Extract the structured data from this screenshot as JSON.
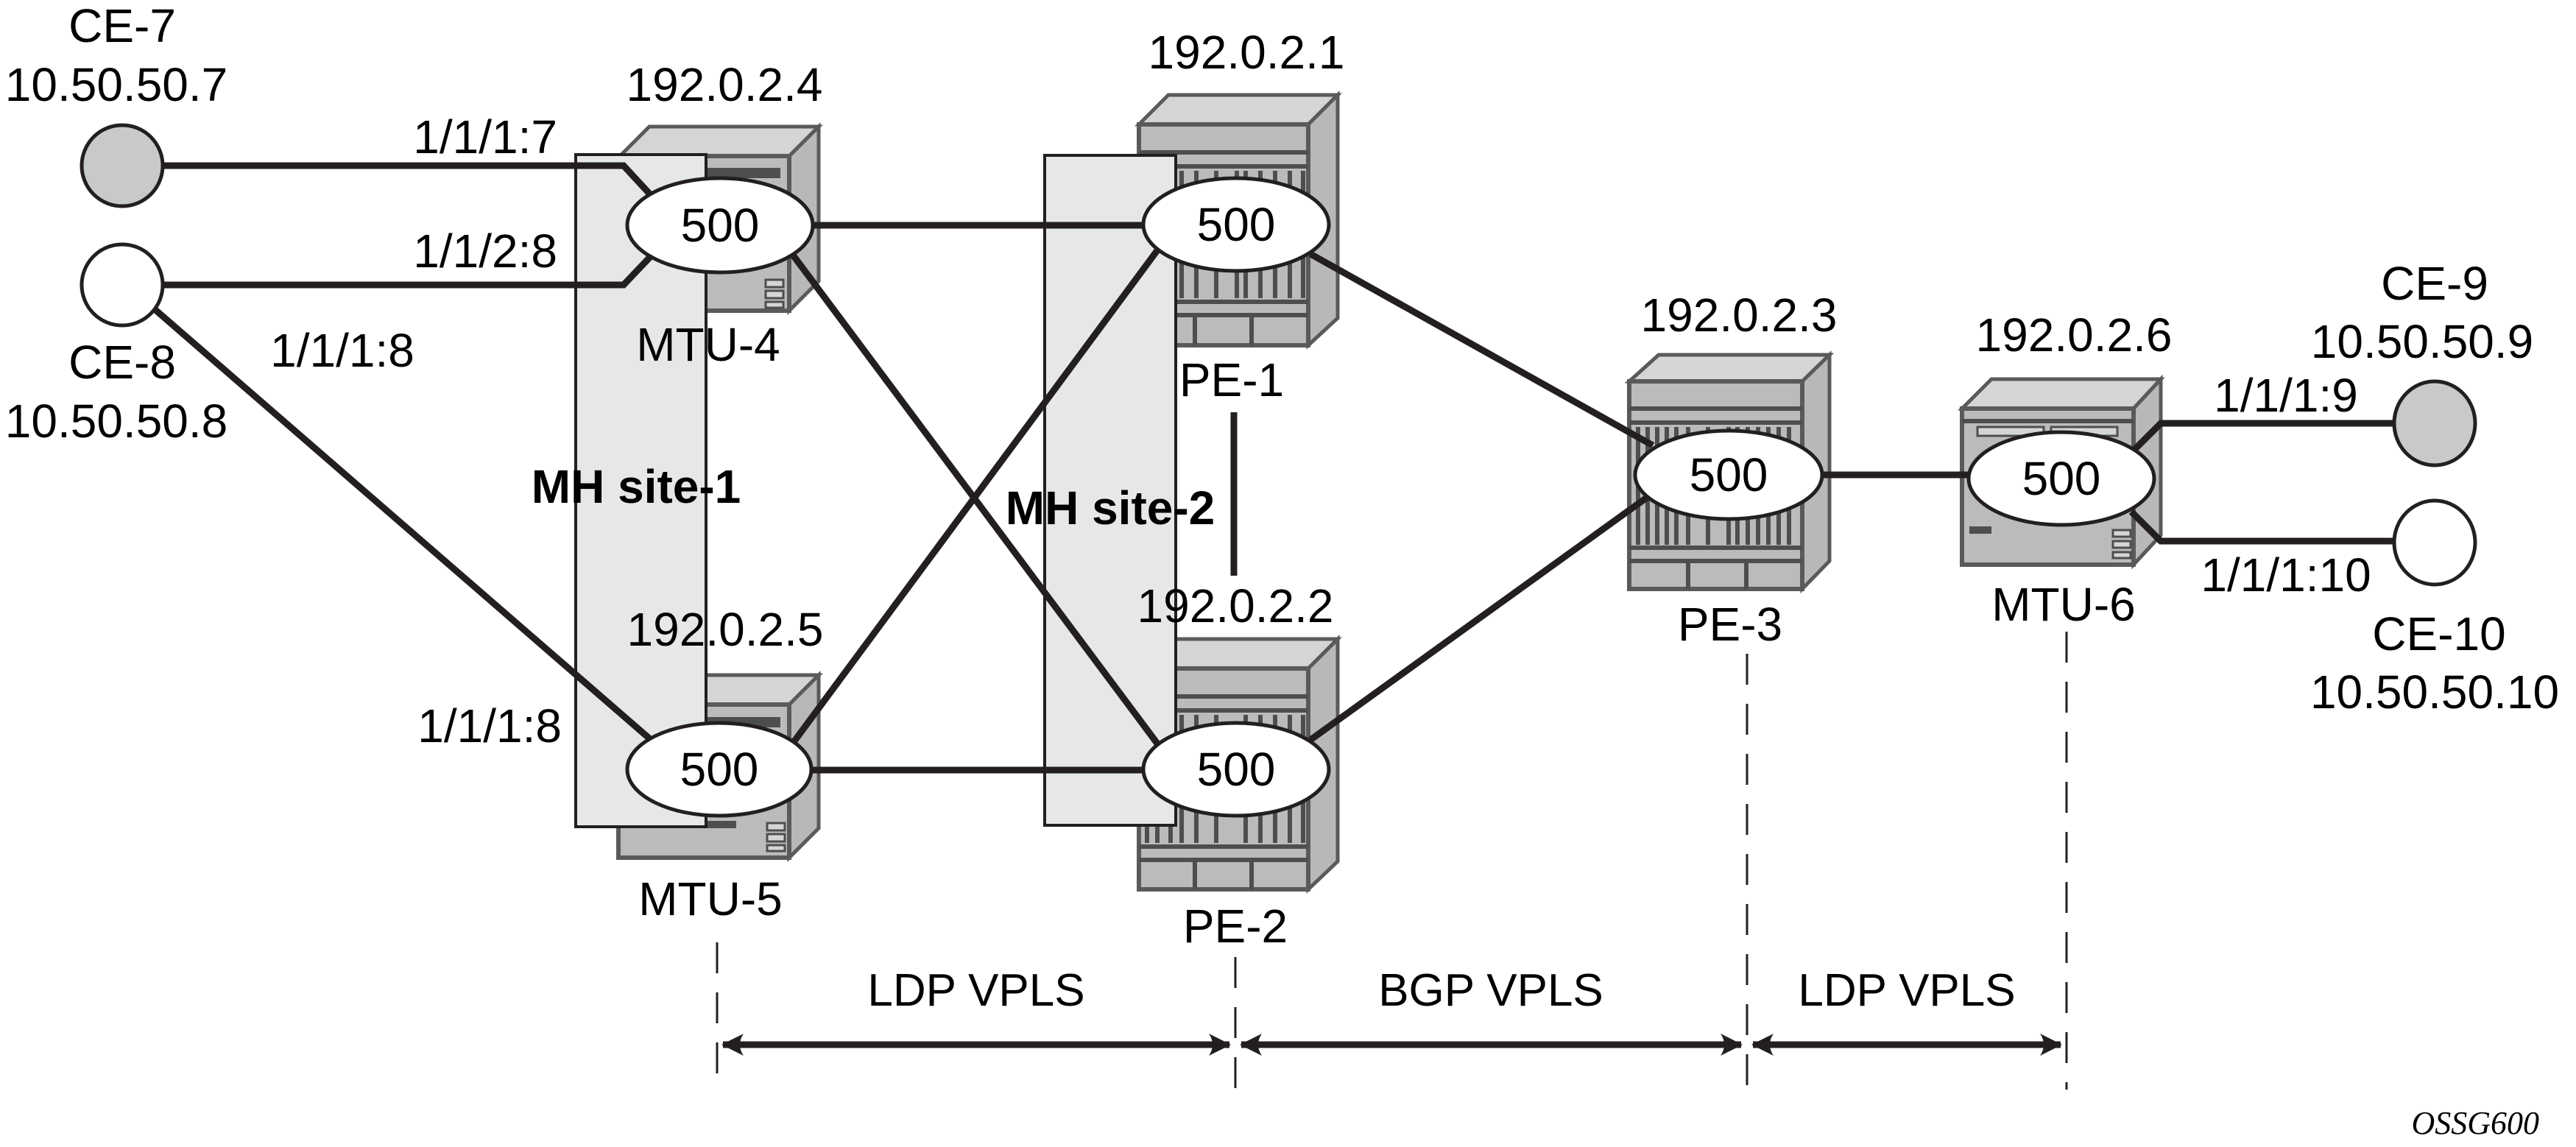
{
  "figure_id": "OSSG600",
  "colors": {
    "ce_filled": "#c8c9cb",
    "ce_empty": "#ffffff",
    "mh_site_fill": "#e6e7e8",
    "device_fill": "#bcbbbc",
    "link": "#231f20"
  },
  "vpls_service_id": "500",
  "ces": [
    {
      "id": "ce7",
      "name": "CE-7",
      "ip": "10.50.50.7",
      "style": "filled"
    },
    {
      "id": "ce8",
      "name": "CE-8",
      "ip": "10.50.50.8",
      "style": "empty"
    },
    {
      "id": "ce9",
      "name": "CE-9",
      "ip": "10.50.50.9",
      "style": "filled"
    },
    {
      "id": "ce10",
      "name": "CE-10",
      "ip": "10.50.50.10",
      "style": "empty"
    }
  ],
  "nodes": [
    {
      "id": "mtu4",
      "name": "MTU-4",
      "system_ip": "192.0.2.4",
      "type": "mtu",
      "service": "500"
    },
    {
      "id": "mtu5",
      "name": "MTU-5",
      "system_ip": "192.0.2.5",
      "type": "mtu",
      "service": "500"
    },
    {
      "id": "pe1",
      "name": "PE-1",
      "system_ip": "192.0.2.1",
      "type": "pe",
      "service": "500"
    },
    {
      "id": "pe2",
      "name": "PE-2",
      "system_ip": "192.0.2.2",
      "type": "pe",
      "service": "500"
    },
    {
      "id": "pe3",
      "name": "PE-3",
      "system_ip": "192.0.2.3",
      "type": "pe",
      "service": "500"
    },
    {
      "id": "mtu6",
      "name": "MTU-6",
      "system_ip": "192.0.2.6",
      "type": "mtu",
      "service": "500"
    }
  ],
  "multihoming_sites": [
    {
      "id": "mh1",
      "label": "MH site-1",
      "members": [
        "MTU-4",
        "MTU-5"
      ]
    },
    {
      "id": "mh2",
      "label": "MH site-2",
      "members": [
        "PE-1",
        "PE-2"
      ]
    }
  ],
  "saps": [
    {
      "from": "CE-7",
      "to": "MTU-4",
      "label": "1/1/1:7"
    },
    {
      "from": "CE-8",
      "to": "MTU-4",
      "label": "1/1/2:8"
    },
    {
      "from": "CE-8",
      "to": "MTU-5",
      "label": "1/1/1:8",
      "label_near_ce": "1/1/1:8"
    },
    {
      "from": "MTU-6",
      "to": "CE-9",
      "label": "1/1/1:9"
    },
    {
      "from": "MTU-6",
      "to": "CE-10",
      "label": "1/1/1:10"
    }
  ],
  "links": [
    {
      "from": "MTU-4",
      "to": "PE-1"
    },
    {
      "from": "MTU-4",
      "to": "PE-2"
    },
    {
      "from": "MTU-5",
      "to": "PE-1"
    },
    {
      "from": "MTU-5",
      "to": "PE-2"
    },
    {
      "from": "PE-1",
      "to": "PE-2"
    },
    {
      "from": "PE-1",
      "to": "PE-3"
    },
    {
      "from": "PE-2",
      "to": "PE-3"
    },
    {
      "from": "PE-3",
      "to": "MTU-6"
    }
  ],
  "domains": [
    {
      "label": "LDP VPLS",
      "from": "MTU-5",
      "to": "PE-2"
    },
    {
      "label": "BGP VPLS",
      "from": "PE-2",
      "to": "PE-3"
    },
    {
      "label": "LDP VPLS",
      "from": "PE-3",
      "to": "MTU-6"
    }
  ]
}
